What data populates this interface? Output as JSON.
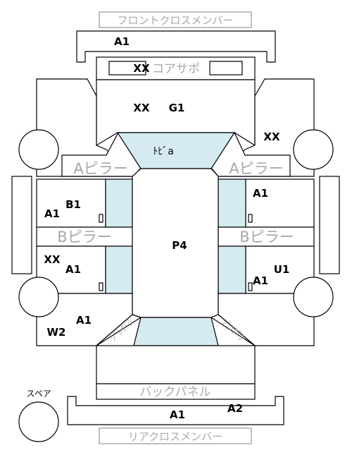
{
  "parts": {
    "front_cross_member": "フロントクロスメンバー",
    "core_support": "コアサポ",
    "a_pillar_left": "Aピラー",
    "a_pillar_right": "Aピラー",
    "b_pillar_left": "Bピラー",
    "b_pillar_right": "Bピラー",
    "back_panel": "バックパネル",
    "rear_cross_member": "リアクロスメンバー",
    "spare": "スペア",
    "door_label": "ﾄﾋﾞa",
    "corner_left": "ｼﾞﾝｸﾞｼ",
    "corner_right": "ｼﾞﾝｸﾞｼ"
  },
  "codes": {
    "front_cross": "A1",
    "core_support": "XX",
    "hood_1": "XX",
    "hood_2": "G1",
    "fender_right": "XX",
    "front_door_right": "A1",
    "front_door_left_1": "B1",
    "front_door_left_2": "A1",
    "roof": "P4",
    "rear_door_left_1": "XX",
    "rear_door_left_2": "A1",
    "rear_door_right_1": "U1",
    "rear_door_right_2": "A1",
    "quarter_left_1": "A1",
    "quarter_left_2": "W2",
    "rear_bumper_1": "A1",
    "rear_bumper_2": "A2"
  }
}
